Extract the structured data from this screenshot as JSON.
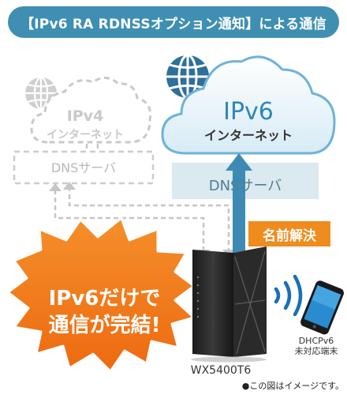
{
  "title": "【IPv6 RA RDNSSオプション通知】による通信",
  "ipv4_cloud": {
    "line1": "IPv4",
    "line2": "インターネット"
  },
  "dns_server_v4": "DNSサーバ",
  "ipv6_cloud": {
    "line1": "IPv6",
    "line2": "インターネット"
  },
  "dns_server_v6": "DNSサーバ",
  "name_resolution_badge": "名前解決",
  "burst": {
    "line1": "IPv6だけで",
    "line2": "通信が完結!"
  },
  "router": {
    "model": "WX5400T6"
  },
  "device_label": {
    "line1": "DHCPv6",
    "line2": "未対応端末"
  },
  "footnote": "●この図はイメージです。",
  "colors": {
    "title_bg": "#3f8fb2",
    "ipv6_text": "#2e86b8",
    "dns6_box": "#dbe9f0",
    "arrow_blue": "#3d8bb5",
    "badge_orange": "#f08c1e",
    "burst_orange": "#f07c1a",
    "wifi_blue": "#1c6fb4",
    "phone_blue": "#2a8cd0",
    "inactive_gray": "#d4d4d4"
  },
  "icons": [
    "globe-icon-gray",
    "globe-icon-blue",
    "wifi-waves-icon",
    "smartphone-icon",
    "router-icon"
  ]
}
